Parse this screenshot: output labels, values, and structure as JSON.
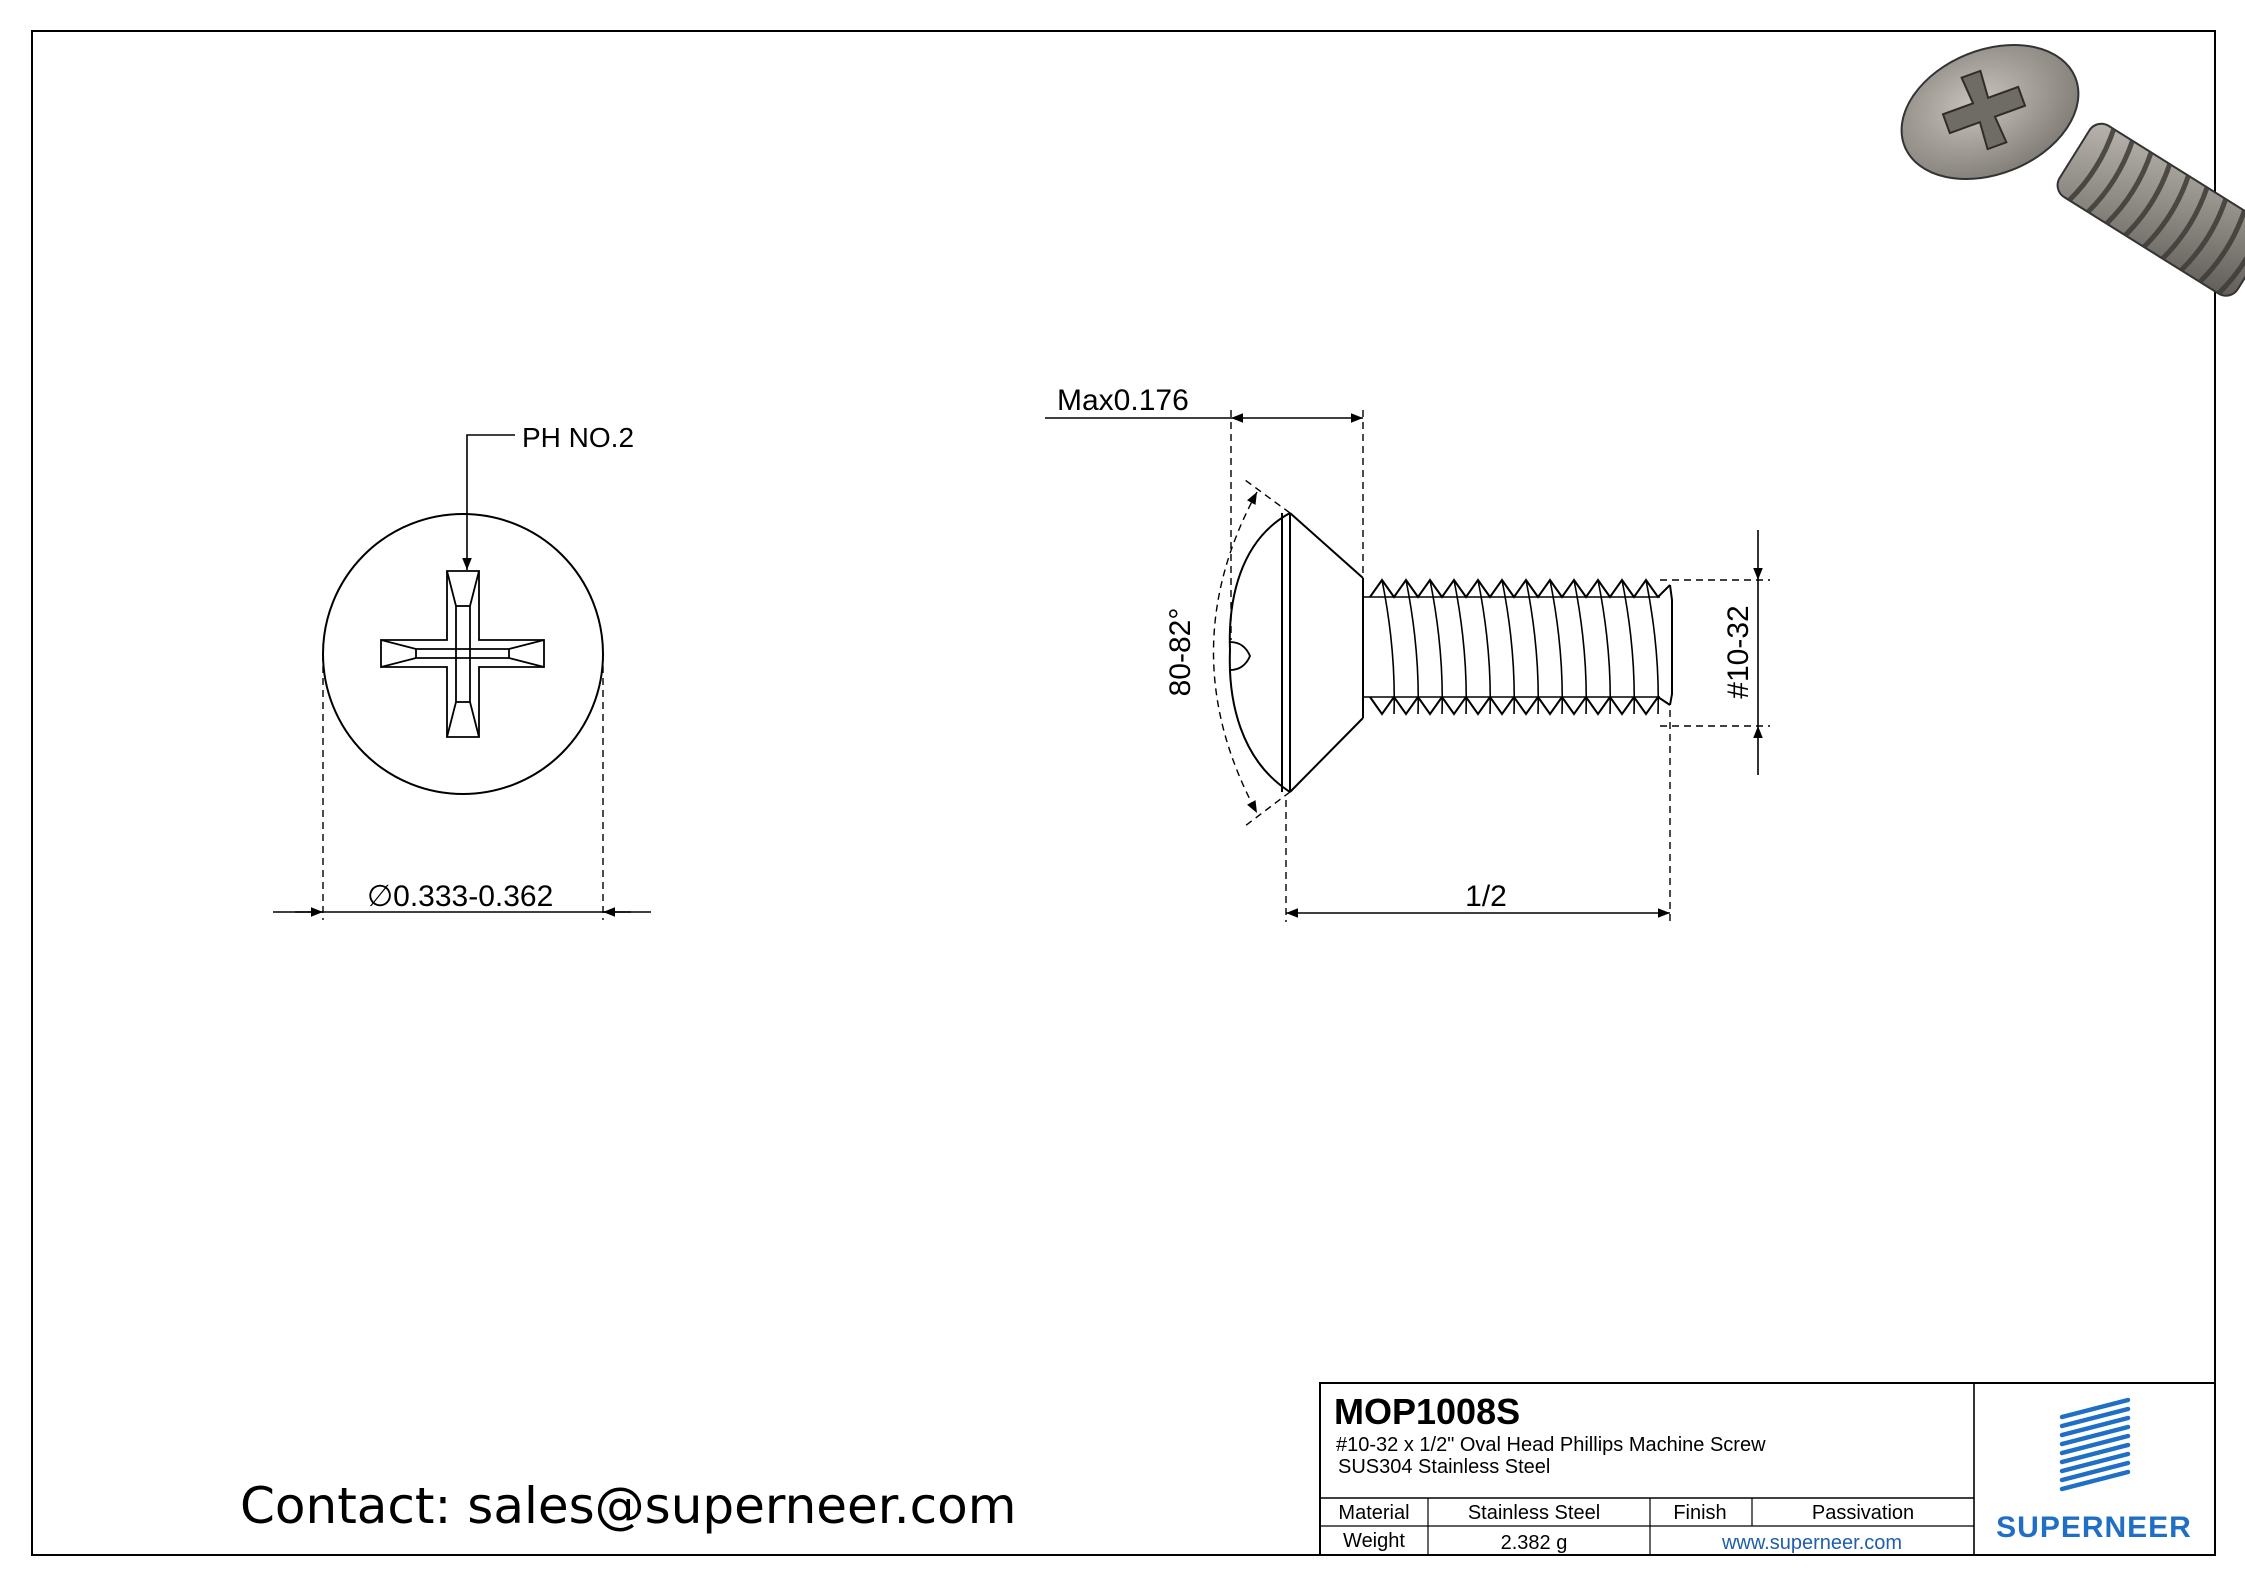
{
  "drawing": {
    "front_view": {
      "drive_label": "PH NO.2",
      "diameter_symbol": "∅",
      "diameter_label": "0.333-0.362"
    },
    "side_view": {
      "head_height_label": "Max0.176",
      "angle_label": "80-82°",
      "thread_label": "#10-32",
      "length_label": "1/2"
    }
  },
  "contact": {
    "text": "Contact: sales@superneer.com"
  },
  "title_block": {
    "part_number": "MOP1008S",
    "description": "#10-32 x 1/2\" Oval Head Phillips Machine Screw",
    "material_line": "SUS304 Stainless Steel",
    "material_label": "Material",
    "material_value": "Stainless Steel",
    "finish_label": "Finish",
    "finish_value": "Passivation",
    "weight_label": "Weight",
    "weight_value": "2.382 g",
    "website": "www.superneer.com",
    "brand": "SUPERNEER",
    "brand_color": "#1f6fc4"
  }
}
